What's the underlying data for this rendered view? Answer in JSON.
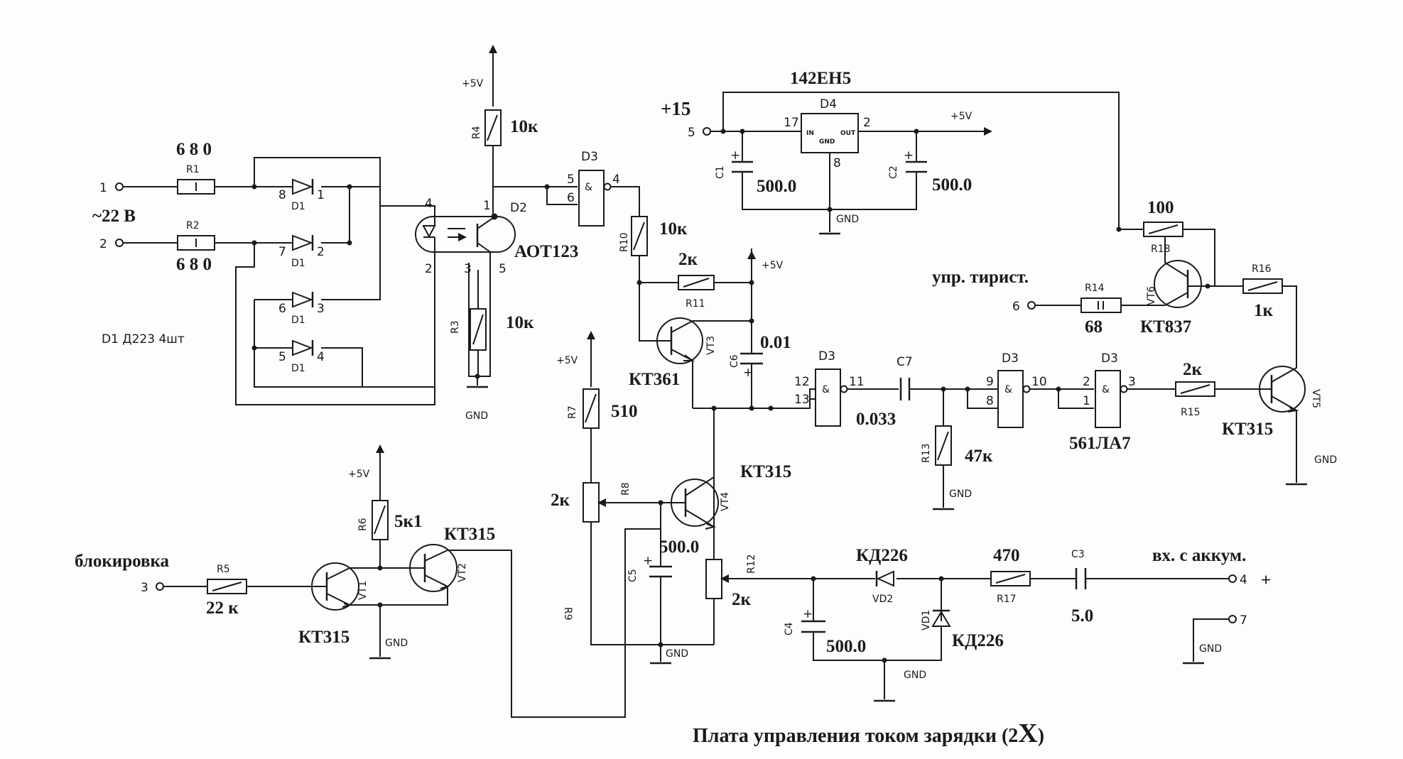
{
  "ports": {
    "p1": "1",
    "p2": "2",
    "p3": "3",
    "p4": "4",
    "p4_sign": "+",
    "p5": "5",
    "p6": "6",
    "p7": "7"
  },
  "labels": {
    "ac_in": "~22  В",
    "blocking": "блокировка",
    "thyristor_ctrl": "упр. тирист.",
    "battery_in": "вх. с аккум.",
    "supply_15": "+15",
    "diode_note": "D1  Д223 4шт",
    "caption": "Плата управления током зарядки (2",
    "caption_x": "X",
    "caption_end": ")"
  },
  "rails": {
    "plus5": "+5V",
    "gnd": "GND"
  },
  "resistors": {
    "R1": {
      "ref": "R1",
      "value": "6 8 0"
    },
    "R2": {
      "ref": "R2",
      "value": "6 8 0"
    },
    "R3": {
      "ref": "R3",
      "value": "10к"
    },
    "R4": {
      "ref": "R4",
      "value": "10к"
    },
    "R5": {
      "ref": "R5",
      "value": "22  к"
    },
    "R6": {
      "ref": "R6",
      "value": "5к1"
    },
    "R7": {
      "ref": "R7",
      "value": "510"
    },
    "R8": {
      "ref": "R8",
      "value": "2к"
    },
    "R9": {
      "ref": "R9"
    },
    "R10": {
      "ref": "R10",
      "value": "10к"
    },
    "R11": {
      "ref": "R11",
      "value": "2к"
    },
    "R12": {
      "ref": "R12",
      "value": "2к"
    },
    "R13": {
      "ref": "R13",
      "value": "47к"
    },
    "R14": {
      "ref": "R14",
      "value": "68"
    },
    "R15": {
      "ref": "R15",
      "value": "2к"
    },
    "R16": {
      "ref": "R16",
      "value": "1к"
    },
    "R17": {
      "ref": "R17",
      "value": "470"
    },
    "R18": {
      "ref": "R18",
      "value": "100"
    }
  },
  "capacitors": {
    "C1": {
      "ref": "C1",
      "value": "500.0"
    },
    "C2": {
      "ref": "C2",
      "value": "500.0"
    },
    "C3": {
      "ref": "C3",
      "value": "5.0"
    },
    "C4": {
      "ref": "C4",
      "value": "500.0"
    },
    "C5": {
      "ref": "C5",
      "value": "500.0"
    },
    "C6": {
      "ref": "C6",
      "value": "0.01"
    },
    "C7": {
      "ref": "C7",
      "value": "0.033"
    }
  },
  "transistors": {
    "VT1": {
      "ref": "VT1",
      "part": "КТ315"
    },
    "VT2": {
      "ref": "VT2",
      "part": "КТ315"
    },
    "VT3": {
      "ref": "VT3",
      "part": "КТ361"
    },
    "VT4": {
      "ref": "VT4",
      "part": "КТ315"
    },
    "VT5": {
      "ref": "VT5",
      "part": "КТ315"
    },
    "VT6": {
      "ref": "VT6",
      "part": "КТ837"
    }
  },
  "diodes": {
    "D1": "D1",
    "D1_pins": [
      "8",
      "1",
      "7",
      "2",
      "6",
      "3",
      "5",
      "4"
    ],
    "VD1": {
      "ref": "VD1",
      "part": "КД226"
    },
    "VD2": {
      "ref": "VD2",
      "part": "КД226"
    }
  },
  "ics": {
    "D2": {
      "ref": "D2",
      "part": "АОТ123",
      "pins": [
        "4",
        "1",
        "2",
        "3",
        "5"
      ]
    },
    "D3": {
      "ref": "D3",
      "part": "561ЛА7",
      "and": "&"
    },
    "D3a_pins": [
      "5",
      "6",
      "4"
    ],
    "D3b_pins": [
      "12",
      "13",
      "11"
    ],
    "D3c_pins": [
      "9",
      "8",
      "10"
    ],
    "D3d_pins": [
      "2",
      "1",
      "3"
    ],
    "D4": {
      "ref": "D4",
      "part": "142ЕН5",
      "pin_in": "IN",
      "pin_gnd": "GND",
      "pin_out": "OUT",
      "pins": [
        "17",
        "2",
        "8"
      ]
    }
  }
}
